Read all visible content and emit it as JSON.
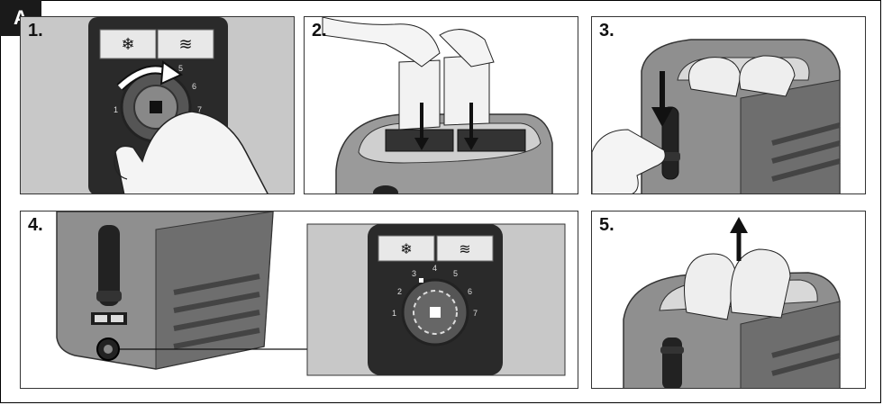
{
  "figure_label": "A",
  "steps": [
    {
      "number": "1."
    },
    {
      "number": "2."
    },
    {
      "number": "3."
    },
    {
      "number": "4."
    },
    {
      "number": "5."
    }
  ],
  "control_panel": {
    "defrost_icon": "snowflake-icon",
    "reheat_icon": "steam-icon",
    "dial_scale_step1": [
      "1",
      "5",
      "6",
      "7"
    ],
    "dial_scale_step4": [
      "1",
      "2",
      "3",
      "4",
      "5",
      "6",
      "7"
    ]
  },
  "colors": {
    "figure_label_bg": "#1a1a1a",
    "toaster_body": "#8a8a8a",
    "control_strip": "#2a2a2a"
  }
}
